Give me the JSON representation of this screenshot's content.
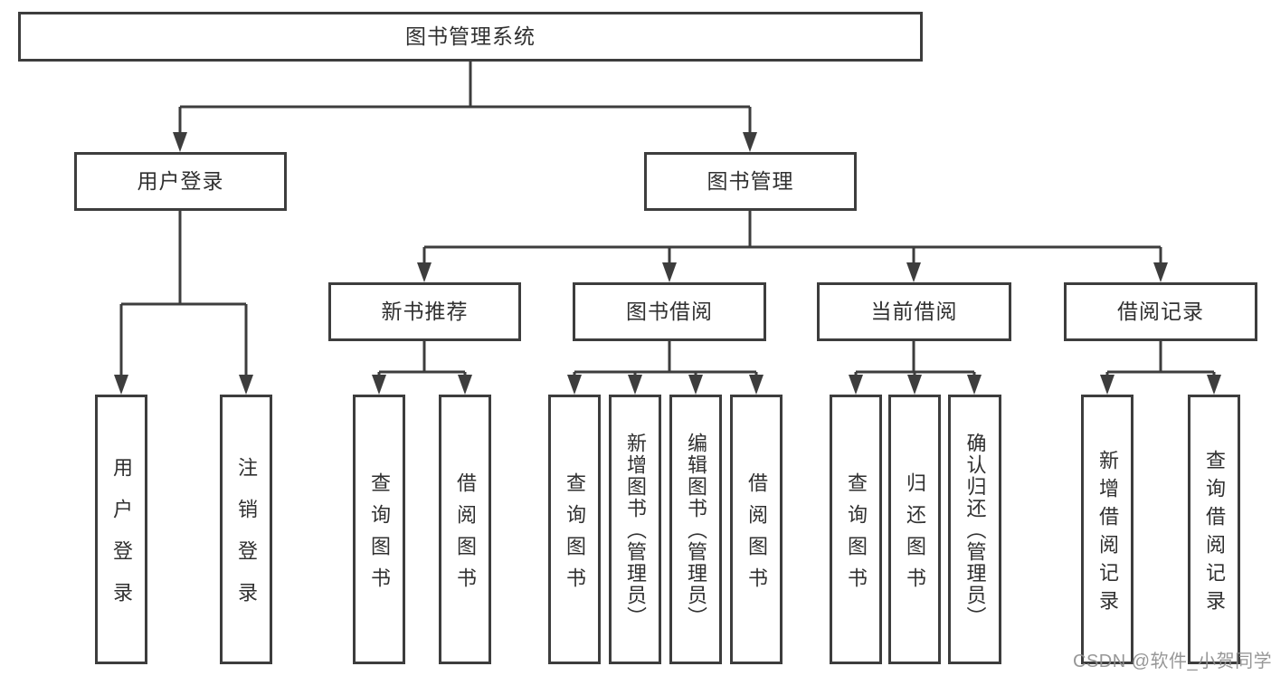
{
  "tree": {
    "label": "图书管理系统",
    "children": [
      {
        "label": "用户登录",
        "children": [
          {
            "label": "用户登录"
          },
          {
            "label": "注销登录"
          }
        ]
      },
      {
        "label": "图书管理",
        "children": [
          {
            "label": "新书推荐",
            "children": [
              {
                "label": "查询图书"
              },
              {
                "label": "借阅图书"
              }
            ]
          },
          {
            "label": "图书借阅",
            "children": [
              {
                "label": "查询图书"
              },
              {
                "label": "新增图书（管理员）"
              },
              {
                "label": "编辑图书（管理员）"
              },
              {
                "label": "借阅图书"
              }
            ]
          },
          {
            "label": "当前借阅",
            "children": [
              {
                "label": "查询图书"
              },
              {
                "label": "归还图书"
              },
              {
                "label": "确认归还（管理员）"
              }
            ]
          },
          {
            "label": "借阅记录",
            "children": [
              {
                "label": "新增借阅记录"
              },
              {
                "label": "查询借阅记录"
              }
            ]
          }
        ]
      }
    ]
  },
  "watermark": {
    "text": "CSDN @软件_小贺同学",
    "color": "#8f8f8f"
  },
  "colors": {
    "background": "#ffffff",
    "line": "#3d3d3d",
    "box_border": "#3d3d3d",
    "text": "#303030"
  }
}
